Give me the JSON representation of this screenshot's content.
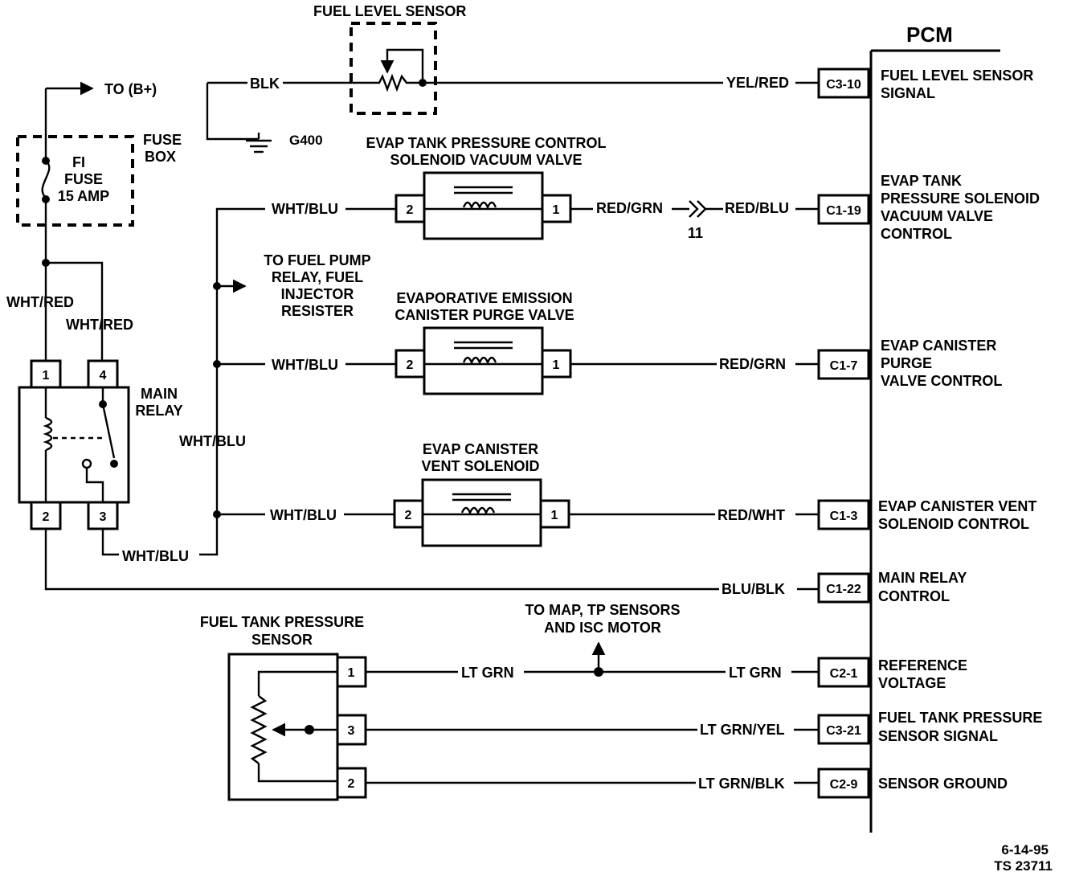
{
  "pcm": {
    "title": "PCM"
  },
  "fuel_level_sensor": {
    "title": "FUEL LEVEL SENSOR"
  },
  "power": {
    "to_b_plus": "TO (B+)"
  },
  "ground": {
    "wire": "BLK",
    "ground_label": "G400"
  },
  "fuse_box": {
    "title_line1": "FUSE",
    "title_line2": "BOX",
    "fuse_line1": "FI",
    "fuse_line2": "FUSE",
    "fuse_line3": "15 AMP"
  },
  "main_relay": {
    "title_line1": "MAIN",
    "title_line2": "RELAY",
    "pin1": "1",
    "pin2": "2",
    "pin3": "3",
    "pin4": "4",
    "wire_pin1": "WHT/RED",
    "wire_pin4": "WHT/RED",
    "wire_pin3": "WHT/BLU",
    "bus_label": "WHT/BLU"
  },
  "fuel_pump_note": {
    "line1": "TO FUEL PUMP",
    "line2": "RELAY, FUEL",
    "line3": "INJECTOR",
    "line4": "RESISTER"
  },
  "solenoids": [
    {
      "title_line1": "EVAP TANK PRESSURE CONTROL",
      "title_line2": "SOLENOID VACUUM VALVE",
      "pin_left": "2",
      "pin_right": "1",
      "wire_in": "WHT/BLU",
      "wire_out": "RED/GRN",
      "wire_out2": "RED/BLU",
      "connector_num": "11"
    },
    {
      "title_line1": "EVAPORATIVE EMISSION",
      "title_line2": "CANISTER PURGE VALVE",
      "pin_left": "2",
      "pin_right": "1",
      "wire_in": "WHT/BLU",
      "wire_out": "RED/GRN"
    },
    {
      "title_line1": "EVAP CANISTER",
      "title_line2": "VENT SOLENOID",
      "pin_left": "2",
      "pin_right": "1",
      "wire_in": "WHT/BLU",
      "wire_out": "RED/WHT"
    }
  ],
  "pcm_pins": [
    {
      "pin": "C3-10",
      "wire": "YEL/RED",
      "desc": [
        "FUEL LEVEL SENSOR",
        "SIGNAL"
      ]
    },
    {
      "pin": "C1-19",
      "wire": "RED/BLU",
      "desc": [
        "EVAP TANK",
        "PRESSURE SOLENOID",
        "VACUUM VALVE",
        "CONTROL"
      ]
    },
    {
      "pin": "C1-7",
      "wire": "RED/GRN",
      "desc": [
        "EVAP CANISTER",
        "PURGE",
        "VALVE CONTROL"
      ]
    },
    {
      "pin": "C1-3",
      "wire": "RED/WHT",
      "desc": [
        "EVAP CANISTER VENT",
        "SOLENOID CONTROL"
      ]
    },
    {
      "pin": "C1-22",
      "wire": "BLU/BLK",
      "desc": [
        "MAIN RELAY",
        "CONTROL"
      ]
    },
    {
      "pin": "C2-1",
      "wire": "LT GRN",
      "desc": [
        "REFERENCE",
        "VOLTAGE"
      ]
    },
    {
      "pin": "C3-21",
      "wire": "LT GRN/YEL",
      "desc": [
        "FUEL TANK PRESSURE",
        "SENSOR SIGNAL"
      ]
    },
    {
      "pin": "C2-9",
      "wire": "LT GRN/BLK",
      "desc": [
        "SENSOR GROUND"
      ]
    }
  ],
  "fuel_tank_pressure_sensor": {
    "title_line1": "FUEL TANK PRESSURE",
    "title_line2": "SENSOR",
    "pin1": "1",
    "pin3": "3",
    "pin2": "2",
    "wire_pin1": "LT GRN"
  },
  "map_note": {
    "line1": "TO MAP, TP SENSORS",
    "line2": "AND ISC MOTOR"
  },
  "footer": {
    "date": "6-14-95",
    "ref": "TS 23711"
  }
}
